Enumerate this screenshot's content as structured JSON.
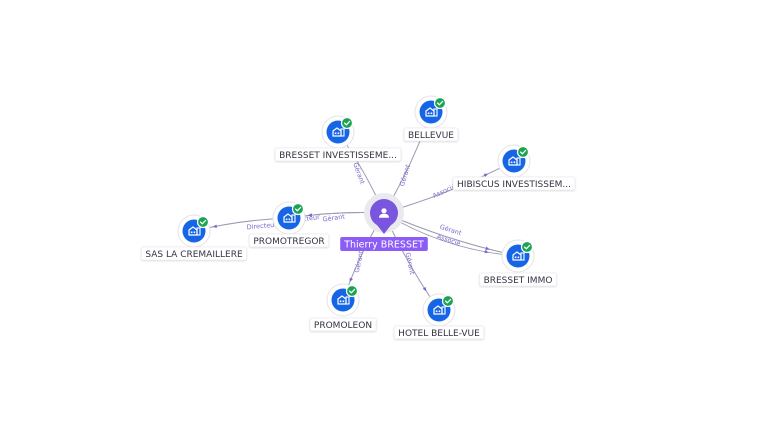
{
  "center": {
    "label": "Thierry BRESSET",
    "icon": "person-icon",
    "color": "#8b5cf6"
  },
  "nodes": [
    {
      "id": "bellevue",
      "label": "BELLEVUE",
      "icon": "building-icon",
      "verified": true
    },
    {
      "id": "bresset-invest",
      "label": "BRESSET INVESTISSEME...",
      "icon": "building-icon",
      "verified": true
    },
    {
      "id": "hibiscus",
      "label": "HIBISCUS INVESTISSEM...",
      "icon": "building-icon",
      "verified": true
    },
    {
      "id": "promotregor",
      "label": "PROMOTREGOR",
      "icon": "building-icon",
      "verified": true
    },
    {
      "id": "sas-cremaillere",
      "label": "SAS LA CREMAILLERE",
      "icon": "building-icon",
      "verified": true
    },
    {
      "id": "bresset-immo",
      "label": "BRESSET IMMO",
      "icon": "building-icon",
      "verified": true
    },
    {
      "id": "promoleon",
      "label": "PROMOLEON",
      "icon": "building-icon",
      "verified": true
    },
    {
      "id": "hotel-belle-vue",
      "label": "HOTEL BELLE-VUE",
      "icon": "building-icon",
      "verified": true
    }
  ],
  "edges": [
    {
      "from": "center",
      "to": "bellevue",
      "label": "Gérant"
    },
    {
      "from": "center",
      "to": "bresset-invest",
      "label": "Gérant"
    },
    {
      "from": "center",
      "to": "hibiscus",
      "label": "Associé"
    },
    {
      "from": "center",
      "to": "promotregor",
      "label": "Gérant"
    },
    {
      "from": "promotregor",
      "to": "sas-cremaillere",
      "label": "Directeur"
    },
    {
      "from": "center",
      "to": "bresset-immo",
      "label": "Gérant"
    },
    {
      "from": "center",
      "to": "bresset-immo",
      "label": "Associé"
    },
    {
      "from": "center",
      "to": "promoleon",
      "label": "Gérant"
    },
    {
      "from": "center",
      "to": "hotel-belle-vue",
      "label": "Gérant"
    },
    {
      "from": "center",
      "to": "promotregor",
      "label": "Directeur"
    }
  ],
  "colors": {
    "node": "#1565e6",
    "check": "#1aa352",
    "edge_label": "#7b68c8",
    "edge": "#9a9ab0"
  }
}
